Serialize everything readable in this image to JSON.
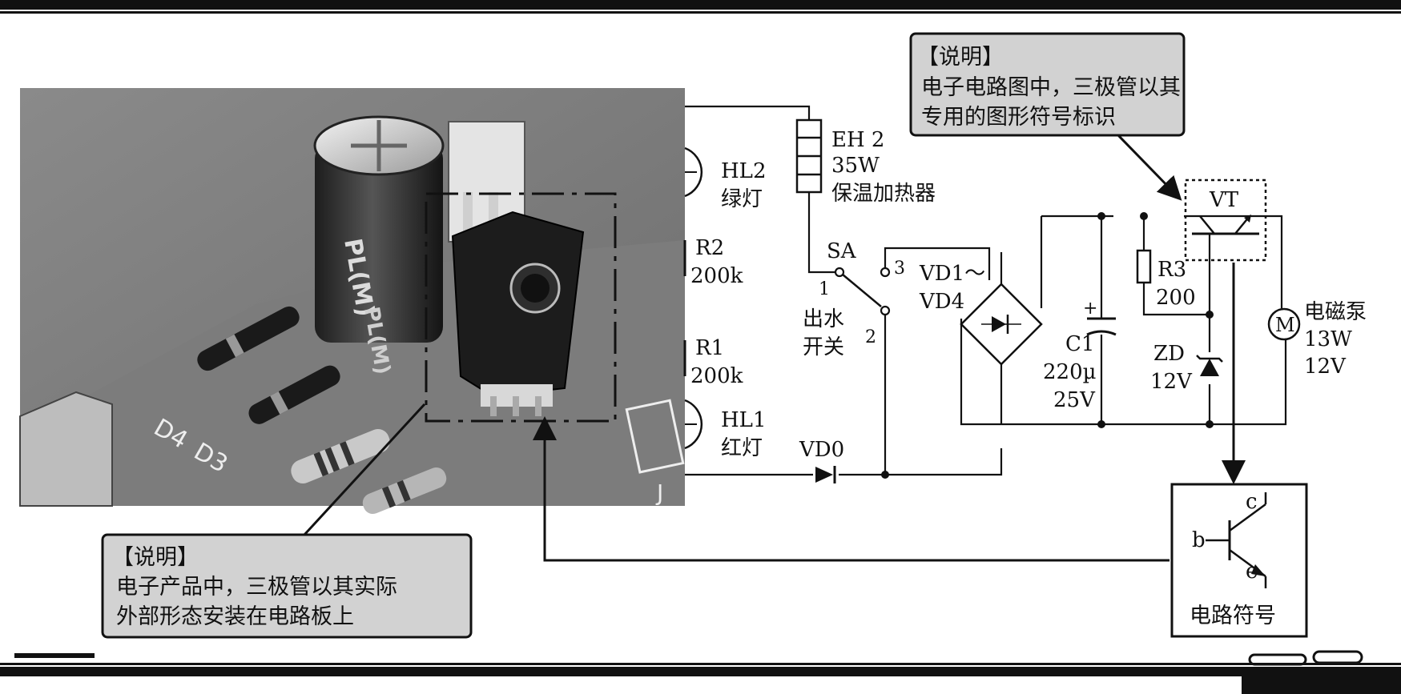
{
  "notes": {
    "top": {
      "title": "【说明】",
      "line1": "电子电路图中，三极管以其",
      "line2": "专用的图形符号标识"
    },
    "bottom": {
      "title": "【说明】",
      "line1": "电子产品中，三极管以其实际",
      "line2": "外部形态安装在电路板上"
    }
  },
  "components": {
    "hl2": {
      "id": "HL2",
      "name": "绿灯"
    },
    "hl1": {
      "id": "HL1",
      "name": "红灯"
    },
    "r2": {
      "id": "R2",
      "value": "200k"
    },
    "r1": {
      "id": "R1",
      "value": "200k"
    },
    "eh2": {
      "id": "EH 2",
      "power": "35W",
      "name": "保温加热器"
    },
    "sa": {
      "id": "SA",
      "pin1": "1",
      "pin2": "2",
      "pin3": "3",
      "name_line1": "出水",
      "name_line2": "开关"
    },
    "vd0": {
      "id": "VD0"
    },
    "bridge": {
      "id_line1": "VD1～",
      "id_line2": "VD4"
    },
    "c1": {
      "id": "C1",
      "cap": "220µ",
      "volt": "25V",
      "plus": "+"
    },
    "r3": {
      "id": "R3",
      "value": "200"
    },
    "zd": {
      "id": "ZD",
      "volt": "12V"
    },
    "vt": {
      "id": "VT"
    },
    "pump": {
      "symbol": "M",
      "name": "电磁泵",
      "power": "13W",
      "volt": "12V"
    }
  },
  "symbol_box": {
    "caption": "电路符号",
    "pin_b": "b",
    "pin_c": "c",
    "pin_e": "e"
  },
  "photo": {
    "board_labels": [
      "PL(M)",
      "PL(M)",
      "D4",
      "D3",
      "J"
    ]
  }
}
